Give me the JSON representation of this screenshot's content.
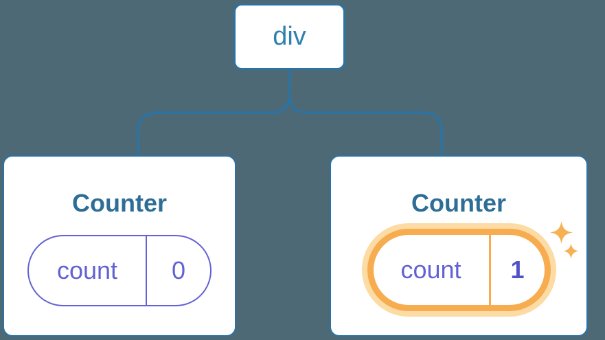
{
  "diagram": {
    "root": {
      "label": "div"
    },
    "children": [
      {
        "title": "Counter",
        "pill": {
          "key": "count",
          "value": "0"
        },
        "highlighted": false
      },
      {
        "title": "Counter",
        "pill": {
          "key": "count",
          "value": "1"
        },
        "highlighted": true
      }
    ]
  },
  "icons": {
    "sparkle_large": "sparkle-icon",
    "sparkle_small": "sparkle-icon"
  },
  "colors": {
    "background": "#4d6975",
    "card_bg": "#ffffff",
    "stroke_blue": "#2c73a4",
    "root_label": "#2f80ae",
    "title": "#2e6e96",
    "pill_purple": "#6262d3",
    "value_strong": "#4f52c9",
    "orange": "#f6ac4f",
    "orange_glow": "#fcdba4",
    "sparkle": "#f6b152"
  }
}
